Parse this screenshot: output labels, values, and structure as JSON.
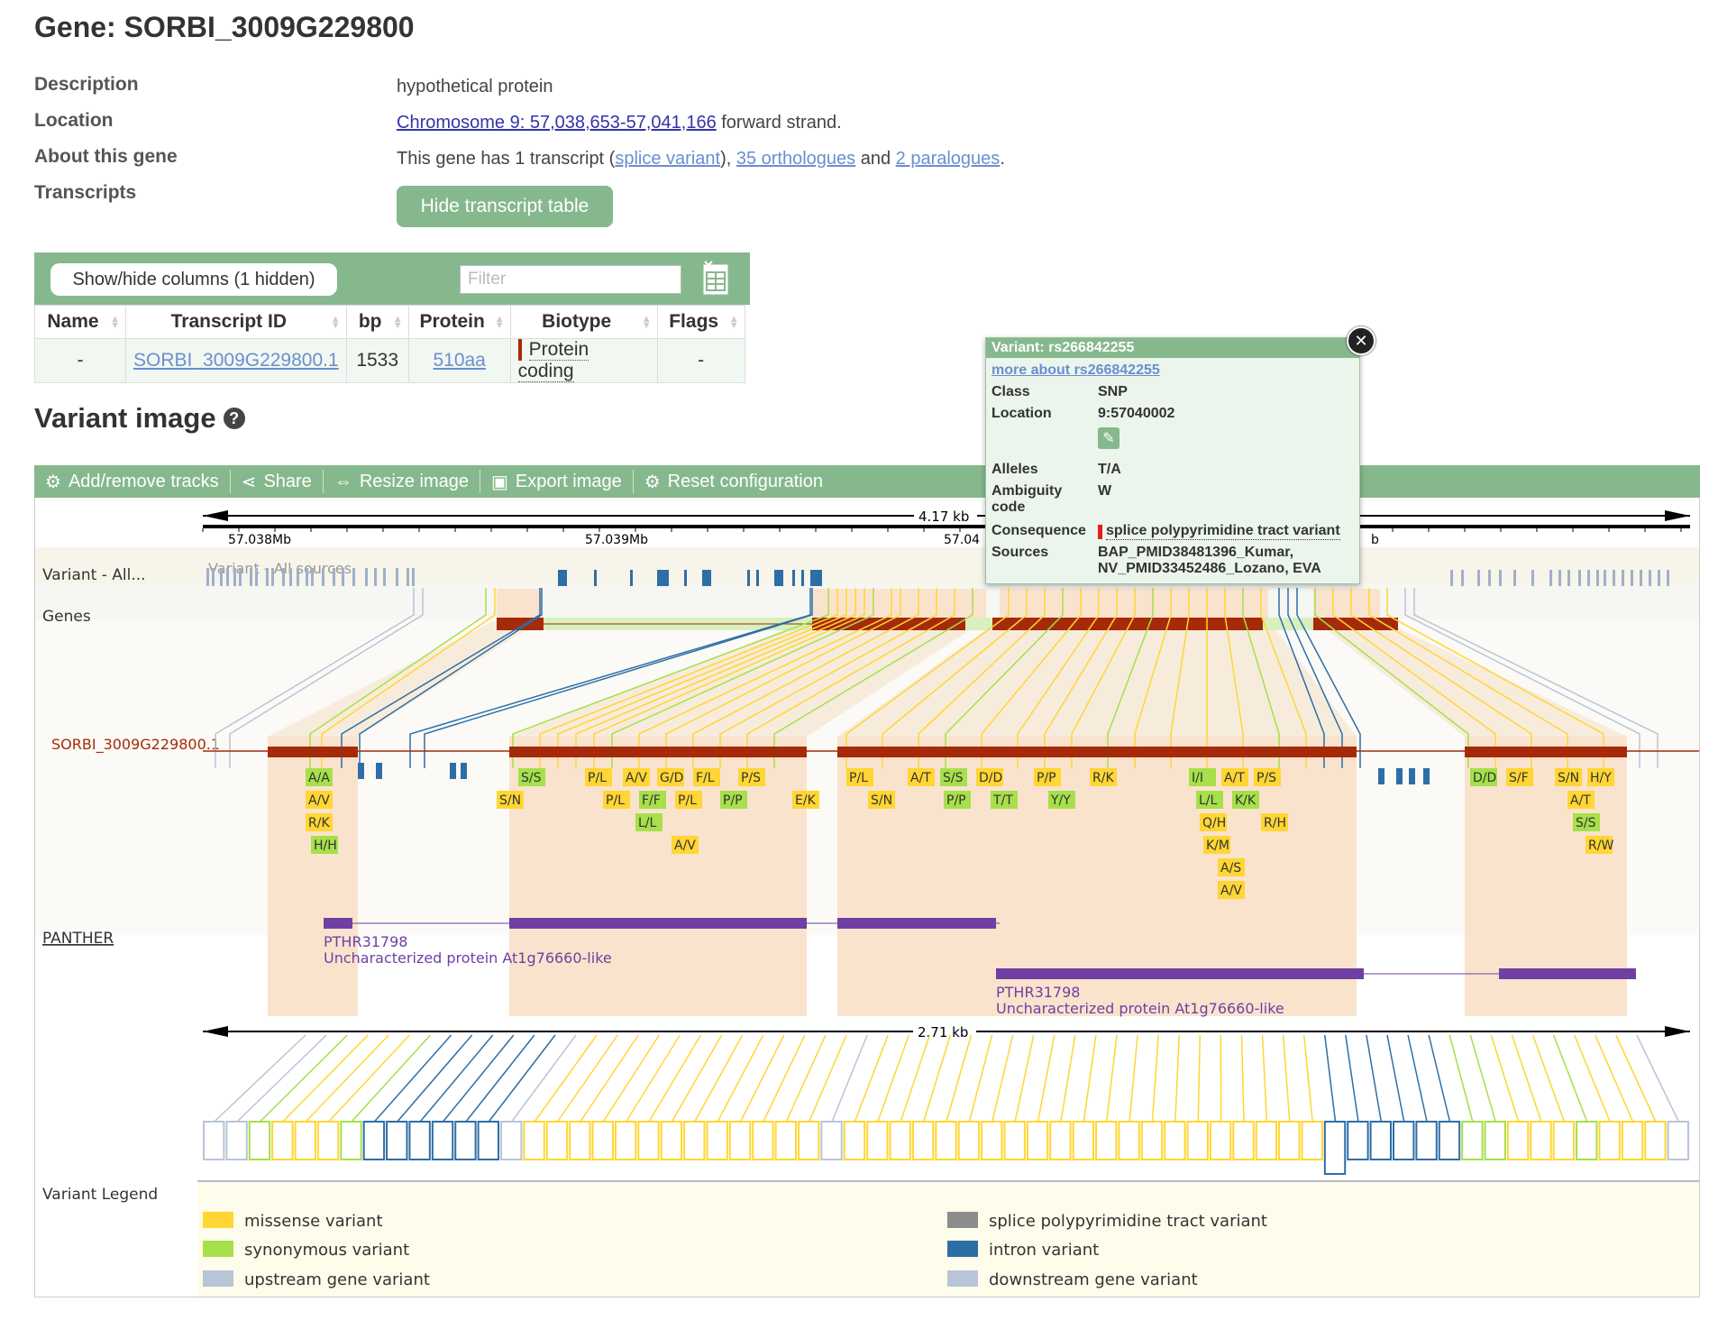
{
  "gene": {
    "title": "Gene: SORBI_3009G229800",
    "description_label": "Description",
    "description_value": "hypothetical protein",
    "location_label": "Location",
    "location_link": "Chromosome 9: 57,038,653-57,041,166",
    "location_suffix": " forward strand.",
    "about_label": "About this gene",
    "about_prefix": "This gene has 1 transcript (",
    "about_link1": "splice variant",
    "about_mid1": "), ",
    "about_link2": "35 orthologues",
    "about_mid2": " and ",
    "about_link3": "2 paralogues",
    "about_suffix": ".",
    "transcripts_label": "Transcripts",
    "hide_button": "Hide transcript table"
  },
  "transcript_table": {
    "showhide": "Show/hide columns (1 hidden)",
    "filter_placeholder": "Filter",
    "columns": [
      "Name",
      "Transcript ID",
      "bp",
      "Protein",
      "Biotype",
      "Flags"
    ],
    "row": {
      "name": "-",
      "transcript_id": "SORBI_3009G229800.1",
      "bp": "1533",
      "protein": "510aa",
      "biotype": "Protein coding",
      "flags": "-"
    }
  },
  "variant_image": {
    "title": "Variant image",
    "toolbar": [
      "Add/remove tracks",
      "Share",
      "Resize image",
      "Export image",
      "Reset configuration"
    ],
    "scale_top": "4.17 kb",
    "scale_bottom": "2.71 kb",
    "ticks": [
      "57.038Mb",
      "57.039Mb",
      "57.04"
    ],
    "tick_right": "b",
    "tracks": {
      "variant": "Variant - All...",
      "variant_sub": "Variant - All sources",
      "genes": "Genes",
      "transcript": "SORBI_3009G229800.1",
      "panther": "PANTHER"
    },
    "panther_labels": [
      {
        "id": "PTHR31798",
        "desc": "Uncharacterized protein At1g76660-like"
      },
      {
        "id": "PTHR31798",
        "desc": "Uncharacterized protein At1g76660-like"
      }
    ],
    "aa_row1": [
      "A/A",
      "S/S",
      "P/L",
      "A/V",
      "G/D",
      "F/L",
      "P/S",
      "P/L",
      "A/T",
      "S/S",
      "D/D",
      "P/P",
      "R/K",
      "I/I",
      "A/T",
      "P/S",
      "D/D",
      "S/F",
      "S/N",
      "H/Y"
    ],
    "aa_row2": [
      "A/V",
      "S/N",
      "P/L",
      "F/F",
      "P/L",
      "P/P",
      "E/K",
      "S/N",
      "P/P",
      "T/T",
      "Y/Y",
      "L/L",
      "K/K",
      "A/T"
    ],
    "aa_row3": [
      "R/K",
      "L/L",
      "Q/H",
      "R/H",
      "S/S"
    ],
    "aa_row4": [
      "H/H",
      "A/V",
      "K/M",
      "R/W"
    ],
    "aa_row5": [
      "A/S"
    ],
    "aa_row6": [
      "A/V"
    ],
    "legend": {
      "title": "Variant Legend",
      "items": [
        {
          "label": "missense variant",
          "color": "#ffd633"
        },
        {
          "label": "synonymous variant",
          "color": "#a6e04a"
        },
        {
          "label": "upstream gene variant",
          "color": "#b8c4d8"
        },
        {
          "label": "splice polypyrimidine tract variant",
          "color": "#8c8c8c"
        },
        {
          "label": "intron variant",
          "color": "#2e6ea6"
        },
        {
          "label": "downstream gene variant",
          "color": "#b8c4d8"
        }
      ]
    }
  },
  "popup": {
    "title": "Variant: rs266842255",
    "link": "more about rs266842255",
    "rows": [
      {
        "label": "Class",
        "value": "SNP"
      },
      {
        "label": "Location",
        "value": "9:57040002"
      },
      {
        "label": "Alleles",
        "value": "T/A"
      },
      {
        "label": "Ambiguity",
        "value": "W"
      },
      {
        "label": "code",
        "value": ""
      },
      {
        "label": "Consequence",
        "value": "splice polypyrimidine tract variant"
      },
      {
        "label": "Sources",
        "value": "BAP_PMID38481396_Kumar,"
      },
      {
        "label": "",
        "value": "NV_PMID33452486_Lozano, EVA"
      }
    ]
  },
  "colors": {
    "green": "#86b88d",
    "exon": "#a52a0a",
    "panther": "#6f3fa3",
    "missense": "#ffd633",
    "synonymous": "#a6e04a",
    "intron": "#2e6ea6"
  }
}
